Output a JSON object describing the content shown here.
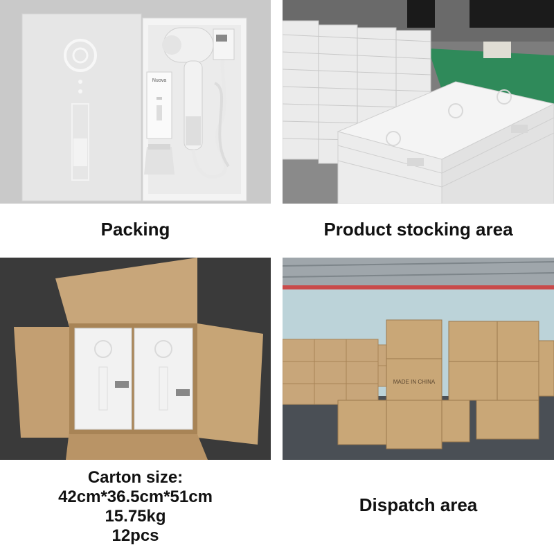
{
  "panels": [
    {
      "caption": "Packing",
      "image": "hair-dryer-in-open-gift-box"
    },
    {
      "caption": "Product stocking area",
      "image": "stacked-white-product-boxes"
    },
    {
      "caption_lines": [
        "Carton size:",
        "42cm*36.5cm*51cm",
        "15.75kg",
        "12pcs"
      ],
      "image": "open-shipping-carton-with-boxes"
    },
    {
      "caption": "Dispatch area",
      "image": "warehouse-with-cardboard-cartons"
    }
  ],
  "box_brand": "Nuova",
  "carton_marking": "MADE IN CHINA",
  "colors": {
    "cardboard": "#c8a67a",
    "white_box": "#f2f2f2",
    "warehouse_wall": "#bcd3d9"
  }
}
